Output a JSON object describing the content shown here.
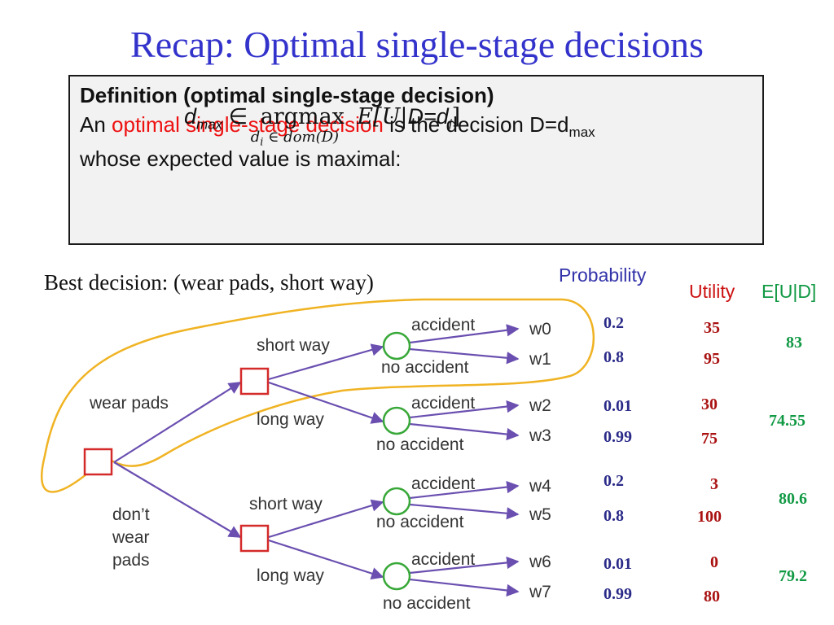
{
  "title": "Recap: Optimal single-stage decisions",
  "definition": {
    "heading": "Definition (optimal single-stage decision)",
    "line1_pre": "An ",
    "line1_highlight": "optimal single-stage decision",
    "line1_post": " is the decision D=d",
    "line1_sub": "max",
    "line2": "whose expected value is maximal:",
    "formula": {
      "lhs": "d",
      "lhs_sub": "max",
      "in": " ∈ ",
      "operator": "argmax",
      "under": "d",
      "under_sub": "i",
      "under_rest": "∈ dom(D)",
      "rhs_pre": "E[U|",
      "rhs_mid": "D=d",
      "rhs_sub": "i",
      "rhs_post": "]"
    }
  },
  "best_decision": "Best decision: (wear pads, short way)",
  "headers": {
    "probability": "Probability",
    "utility": "Utility",
    "expected": "E[U|D]"
  },
  "tree": {
    "root_branches": [
      "wear pads",
      "don’t",
      "wear",
      "pads"
    ],
    "ways": [
      "short way",
      "long way",
      "short way",
      "long way"
    ],
    "outcome_labels": {
      "accident": "accident",
      "no_accident": "no accident"
    },
    "worlds": [
      "w0",
      "w1",
      "w2",
      "w3",
      "w4",
      "w5",
      "w6",
      "w7"
    ]
  },
  "rows": [
    {
      "probability": "0.2",
      "utility": "35"
    },
    {
      "probability": "0.8",
      "utility": "95"
    },
    {
      "probability": "0.01",
      "utility": "30"
    },
    {
      "probability": "0.99",
      "utility": "75"
    },
    {
      "probability": "0.2",
      "utility": "3"
    },
    {
      "probability": "0.8",
      "utility": "100"
    },
    {
      "probability": "0.01",
      "utility": "0"
    },
    {
      "probability": "0.99",
      "utility": "80"
    }
  ],
  "expected_values": [
    "83",
    "74.55",
    "80.6",
    "79.2"
  ],
  "colors": {
    "title": "#3333cc",
    "highlight": "#ee1111",
    "tree_line": "#6a4fb0",
    "decision_node": "#d42a2a",
    "chance_node": "#38a838",
    "outline": "#f0b323"
  }
}
